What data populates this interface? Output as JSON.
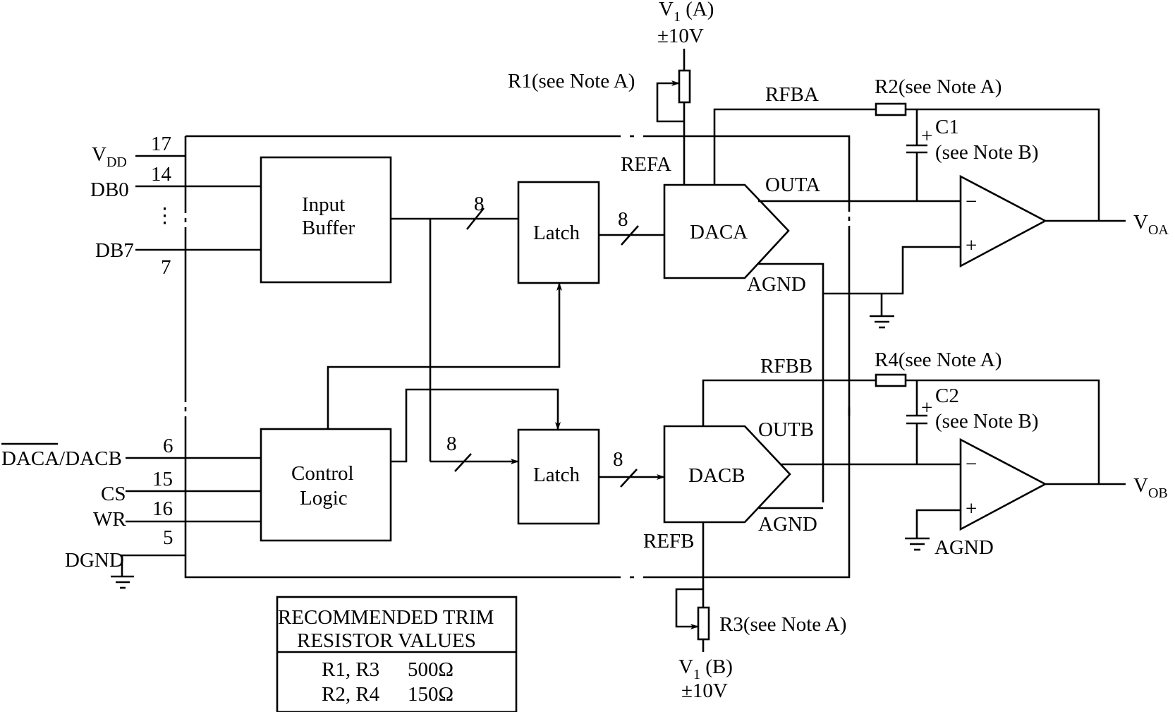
{
  "diagram": {
    "type": "circuit-schematic",
    "colors": {
      "line": "#000000",
      "background": "#ffffff"
    },
    "blocks": {
      "input_buffer": [
        "Input",
        "Buffer"
      ],
      "control_logic": [
        "Control",
        "Logic"
      ],
      "latch_a": "Latch",
      "latch_b": "Latch",
      "dac_a": "DACA",
      "dac_b": "DACB"
    },
    "pins": {
      "vdd": {
        "name": "V",
        "sub": "DD",
        "number": "17"
      },
      "db0": {
        "name": "DB0",
        "number": "14"
      },
      "ellipsis": "⋮",
      "db7": {
        "name": "DB7",
        "number": "7"
      },
      "daca_dacb": {
        "name_overbar": "DACA",
        "name_rest": "/DACB",
        "number": "6"
      },
      "cs": {
        "name": "CS",
        "number": "15"
      },
      "wr": {
        "name": "WR",
        "number": "16"
      },
      "dgnd": {
        "name": "DGND",
        "number": "5"
      }
    },
    "bus_widths": {
      "buffer_to_latch_a": "8",
      "latch_a_to_dac_a": "8",
      "buffer_to_latch_b": "8",
      "latch_b_to_dac_b": "8"
    },
    "signals": {
      "refa": "REFA",
      "rfba": "RFBA",
      "outa": "OUTA",
      "agnd_a": "AGND",
      "refb": "REFB",
      "rfbb": "RFBB",
      "outb": "OUTB",
      "agnd_b": "AGND",
      "agnd_out": "AGND"
    },
    "supplies": {
      "v1a": {
        "name": "V",
        "sub": "1",
        "suffix": " (A)",
        "value": "±10V"
      },
      "v1b": {
        "name": "V",
        "sub": "1",
        "suffix": " (B)",
        "value": "±10V"
      }
    },
    "components": {
      "r1": "R1(see Note A)",
      "r2": "R2(see Note A)",
      "r3": "R3(see Note A)",
      "r4": "R4(see Note A)",
      "c1": {
        "name": "C1",
        "note": "(see Note B)",
        "polarity": "+"
      },
      "c2": {
        "name": "C2",
        "note": "(see Note B)",
        "polarity": "+"
      }
    },
    "opamps": {
      "a": {
        "inv": "−",
        "noninv": "+"
      },
      "b": {
        "inv": "−",
        "noninv": "+"
      }
    },
    "outputs": {
      "voa": {
        "name": "V",
        "sub": "OA"
      },
      "vob": {
        "name": "V",
        "sub": "OB"
      }
    },
    "trim_table": {
      "title_line1": "RECOMMENDED TRIM",
      "title_line2": "RESISTOR VALUES",
      "rows": [
        {
          "resistors": "R1, R3",
          "value": "500Ω"
        },
        {
          "resistors": "R2, R4",
          "value": "150Ω"
        }
      ]
    }
  }
}
